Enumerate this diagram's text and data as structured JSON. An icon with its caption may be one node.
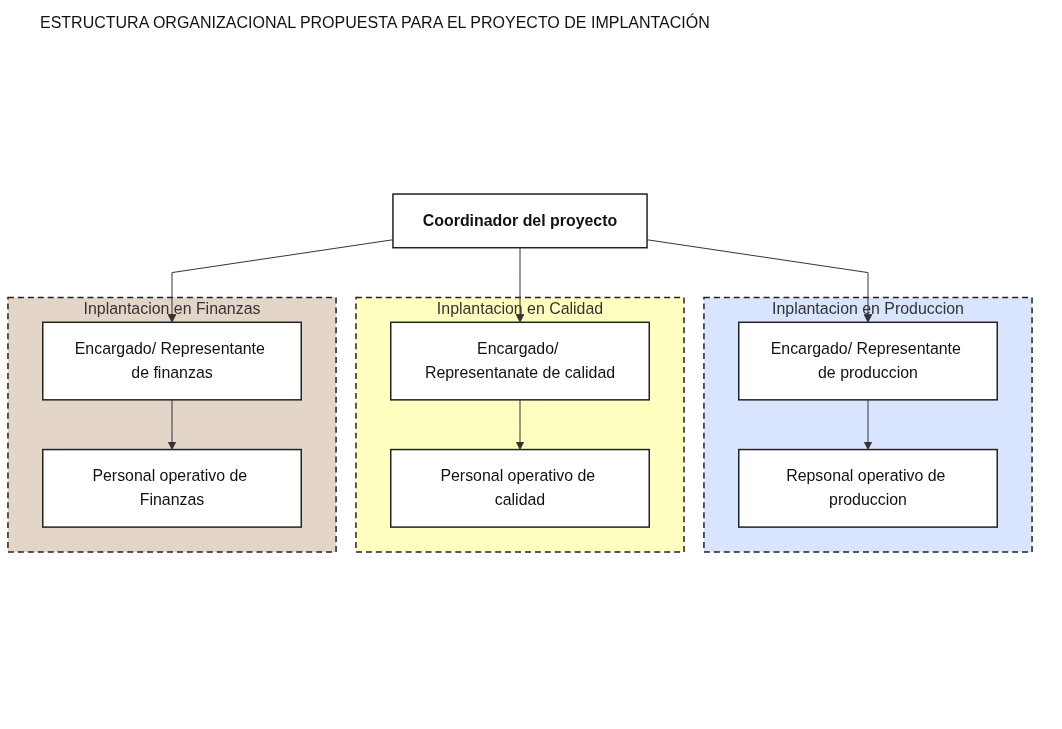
{
  "diagram": {
    "title": "ESTRUCTURA ORGANIZACIONAL PROPUESTA PARA EL PROYECTO DE IMPLANTACIÓN",
    "nodes": [
      {
        "text": [
          "Coordinador del proyecto"
        ]
      },
      {
        "text": [
          "Inplantacion en Produccion"
        ]
      },
      {
        "text": [
          "Encargado/ Representante de produccion"
        ],
        "in": 1
      },
      {
        "text": [
          "Repsonal operativo de produccion"
        ],
        "in": 1
      },
      {
        "text": [
          "Inplantacion en Calidad"
        ]
      },
      {
        "text": [
          "Encargado/ Representanate de calidad"
        ],
        "in": 4
      },
      {
        "text": [
          "Personal operativo de calidad"
        ],
        "in": 4
      },
      {
        "text": [
          "Inplantacion en Finanzas"
        ]
      },
      {
        "text": [
          "Encargado/ Representante de finanzas"
        ],
        "in": 7
      },
      {
        "text": [
          "Personal operativo de Finanzas"
        ],
        "in": 7
      }
    ],
    "edges": [
      {
        "from": 0,
        "to": 2,
        "arrow": "to"
      },
      {
        "from": 0,
        "to": 5,
        "arrow": "to"
      },
      {
        "from": 0,
        "to": 8,
        "arrow": "to"
      },
      {
        "from": 2,
        "to": 3,
        "arrow": "to"
      },
      {
        "from": 5,
        "to": 6,
        "arrow": "to"
      },
      {
        "from": 8,
        "to": 9,
        "arrow": "to"
      }
    ]
  }
}
